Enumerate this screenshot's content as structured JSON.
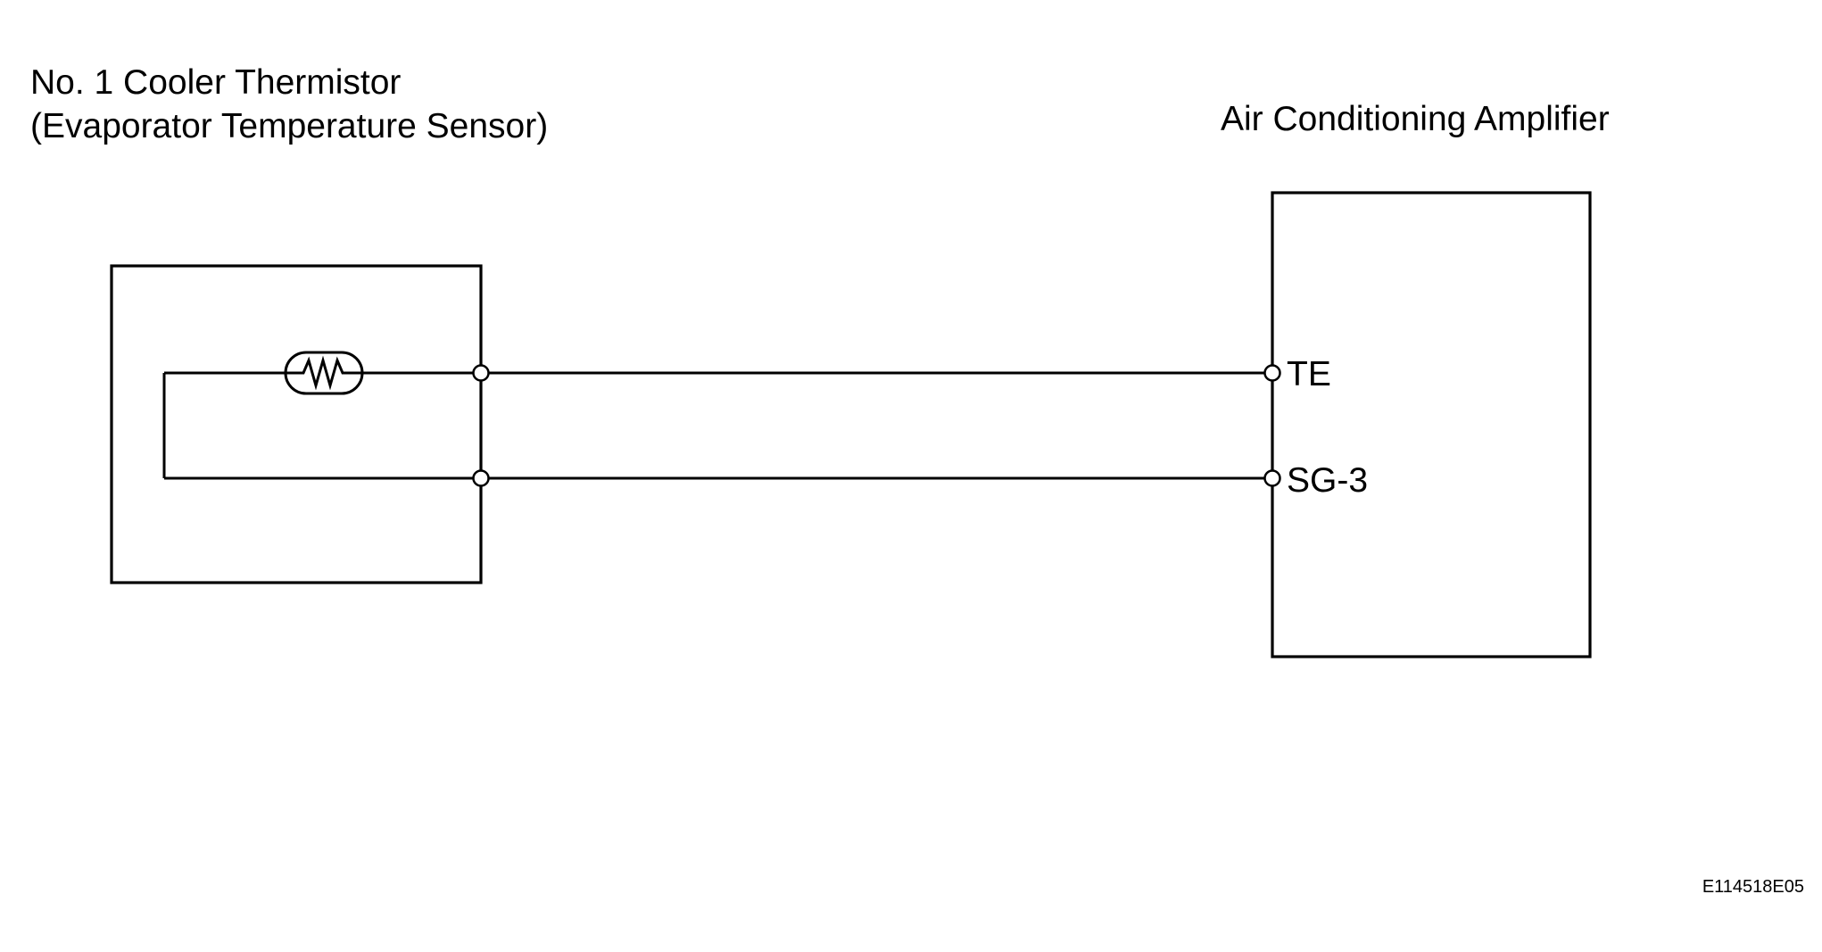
{
  "sensor": {
    "title_line1": "No. 1 Cooler Thermistor",
    "title_line2": "(Evaporator Temperature Sensor)"
  },
  "amplifier": {
    "title": "Air Conditioning Amplifier",
    "terminals": [
      "TE",
      "SG-3"
    ]
  },
  "figure_code": "E114518E05",
  "colors": {
    "line": "#000000",
    "background": "#ffffff"
  }
}
